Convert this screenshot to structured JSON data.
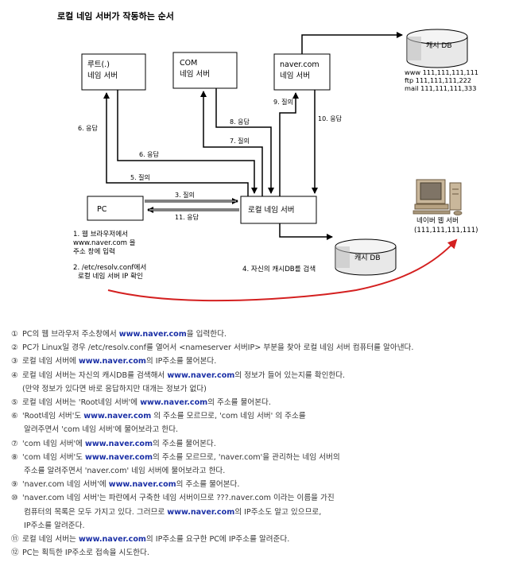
{
  "diagram": {
    "title": "로컬 네임 서버가 작동하는 순서",
    "root_server": [
      "루트(.)",
      "네임 서버"
    ],
    "com_server": [
      "COM",
      "네임 서버"
    ],
    "naver_server": [
      "naver.com",
      "네임 서버"
    ],
    "cache_db_top": "캐시 DB",
    "records": [
      "www 111,111,111,111",
      "ftp 111,111,111,222",
      "mail 111,111,111,333"
    ],
    "pc": "PC",
    "local_server": "로컬 네임 서버",
    "cache_db_bottom": "캐시 DB",
    "web_server_label": [
      "네이버 웹 서버",
      "(111,111,111,111)"
    ],
    "pc_note_1": [
      "1. 웹 브라우저에서",
      "www.naver.com 을",
      "주소 창에 입력"
    ],
    "pc_note_2": [
      "2. /etc/resolv.conf에서",
      "로컬 네임 서버 IP 확인"
    ],
    "cache_note": "4. 자신의 캐시DB를 검색",
    "arrows": {
      "a3": "3. 질의",
      "a5": "5. 질의",
      "a6a": "6. 응답",
      "a6b": "6. 응답",
      "a7": "7. 질의",
      "a8": "8. 응답",
      "a9": "9. 질의",
      "a10": "10. 응답",
      "a11": "11. 응답"
    }
  },
  "steps": [
    {
      "num": "①",
      "parts": [
        {
          "t": "PC의 웹 브라우저 주소창에서 "
        },
        {
          "t": "www.naver.com",
          "h": true
        },
        {
          "t": "을 입력한다."
        }
      ]
    },
    {
      "num": "②",
      "parts": [
        {
          "t": "PC가 Linux일 경우 /etc/resolv.conf를 열어서 <nameserver 서버IP> 부분을 찾아 로컬 네임 서버 컴퓨터를 알아낸다."
        }
      ]
    },
    {
      "num": "③",
      "parts": [
        {
          "t": "로컬 네임 서버에 "
        },
        {
          "t": "www.naver.com",
          "h": true
        },
        {
          "t": "의 IP주소를 물어본다."
        }
      ]
    },
    {
      "num": "④",
      "parts": [
        {
          "t": "로컬 네임 서버는 자신의 캐시DB를 검색해서 "
        },
        {
          "t": "www.naver.com",
          "h": true
        },
        {
          "t": "의 정보가 들어 있는지를 확인한다."
        }
      ]
    },
    {
      "num": "",
      "cont": true,
      "parts": [
        {
          "t": "(만약 정보가 있다면 바로 응답하지만 대개는 정보가 없다)"
        }
      ]
    },
    {
      "num": "⑤",
      "parts": [
        {
          "t": "로컬 네임 서버는 'Root네임 서버'에 "
        },
        {
          "t": "www.naver.com",
          "h": true
        },
        {
          "t": "의 주소를 물어본다."
        }
      ]
    },
    {
      "num": "⑥",
      "parts": [
        {
          "t": "'Root네임 서버'도 "
        },
        {
          "t": "www.naver.com",
          "h": true
        },
        {
          "t": " 의 주소를 모르므로, 'com 네임 서버' 의 주소를"
        }
      ]
    },
    {
      "num": "",
      "indent": true,
      "parts": [
        {
          "t": "알려주면서 'com 네임 서버'에 물어보라고 한다."
        }
      ]
    },
    {
      "num": "⑦",
      "parts": [
        {
          "t": "'com 네임 서버'에 "
        },
        {
          "t": "www.naver.com",
          "h": true
        },
        {
          "t": "의 주소를 물어본다."
        }
      ]
    },
    {
      "num": "⑧",
      "parts": [
        {
          "t": "'com 네임 서버'도 "
        },
        {
          "t": "www.naver.com",
          "h": true
        },
        {
          "t": "의 주소를 모르므로, 'naver.com'을 관리하는 네임 서버의"
        }
      ]
    },
    {
      "num": "",
      "indent": true,
      "parts": [
        {
          "t": "주소를 알려주면서 'naver.com' 네임 서버에 물어보라고 한다."
        }
      ]
    },
    {
      "num": "⑨",
      "parts": [
        {
          "t": "'naver.com 네임 서버'에 "
        },
        {
          "t": "www.naver.com",
          "h": true
        },
        {
          "t": "의 주소를 물어본다."
        }
      ]
    },
    {
      "num": "⑩",
      "parts": [
        {
          "t": "'naver.com 네임 서버'는 파란에서 구축한 네임 서버이므로 ???.naver.com 이라는 이름을 가진"
        }
      ]
    },
    {
      "num": "",
      "indent": true,
      "parts": [
        {
          "t": "컴퓨터의 목록은 모두 가지고 있다. 그러므로 "
        },
        {
          "t": "www.naver.com",
          "h": true
        },
        {
          "t": "의 IP주소도 알고 있으므로,"
        }
      ]
    },
    {
      "num": "",
      "indent": true,
      "parts": [
        {
          "t": "IP주소를 알려준다."
        }
      ]
    },
    {
      "num": "⑪",
      "parts": [
        {
          "t": "로컬 네임 서버는 "
        },
        {
          "t": "www.naver.com",
          "h": true
        },
        {
          "t": "의 IP주소를 요구한 PC에 IP주소를 알려준다."
        }
      ]
    },
    {
      "num": "⑫",
      "parts": [
        {
          "t": "PC는 획득한 IP주소로 접속을 시도한다."
        }
      ]
    }
  ],
  "colors": {
    "highlight": "#1a2fa6",
    "curve": "#d42020",
    "text": "#333333"
  }
}
